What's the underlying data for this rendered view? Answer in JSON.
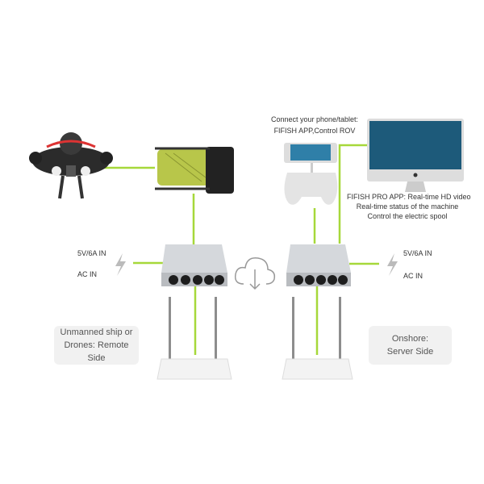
{
  "colors": {
    "link": "#a6d83a",
    "device": "#c9ccd0",
    "box": "#f1f1f1"
  },
  "phone_caption": [
    "Connect your phone/tablet:",
    "FIFISH APP,Control ROV"
  ],
  "monitor_caption": [
    "FIFISH PRO APP: Real-time HD video",
    "Real-time status of the machine",
    "Control the electric spool"
  ],
  "left_power": {
    "dc": "5V/6A IN",
    "ac": "AC  IN"
  },
  "right_power": {
    "dc": "5V/6A IN",
    "ac": "AC  IN"
  },
  "left_label": [
    "Unmanned ship or",
    "Drones: Remote Side"
  ],
  "right_label": [
    "Onshore:",
    "Server Side"
  ]
}
